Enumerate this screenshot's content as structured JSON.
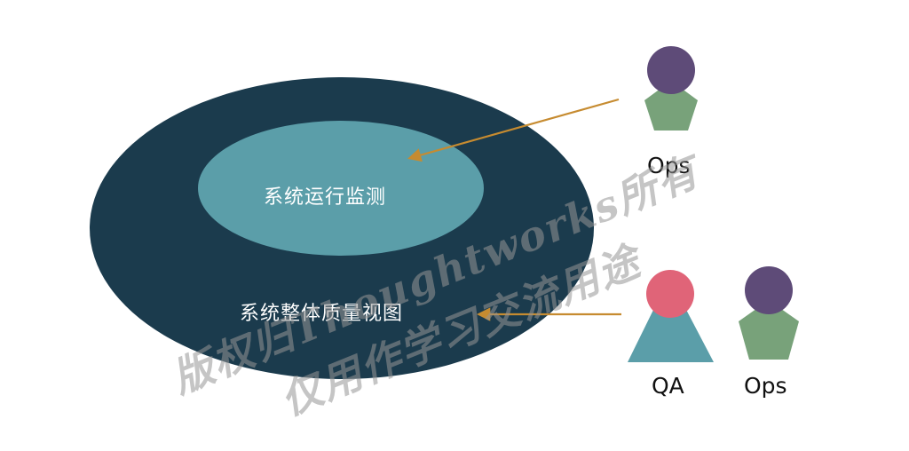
{
  "diagram": {
    "inner_label": "系统运行监测",
    "outer_label": "系统整体质量视图",
    "actors": {
      "top_ops": {
        "role": "Ops"
      },
      "qa": {
        "role": "QA"
      },
      "bottom_ops": {
        "role": "Ops"
      }
    },
    "watermark": {
      "line1": "版权归Thoughtworks所有",
      "line2": "仅用作学习交流用途"
    }
  },
  "colors": {
    "outer_ellipse": "#1b3b4d",
    "inner_ellipse": "#5b9ea9",
    "arrow": "#c68b30",
    "ops_head": "#5e4b78",
    "ops_body": "#78a27a",
    "qa_head": "#e06478",
    "qa_body": "#5b9ea9"
  }
}
